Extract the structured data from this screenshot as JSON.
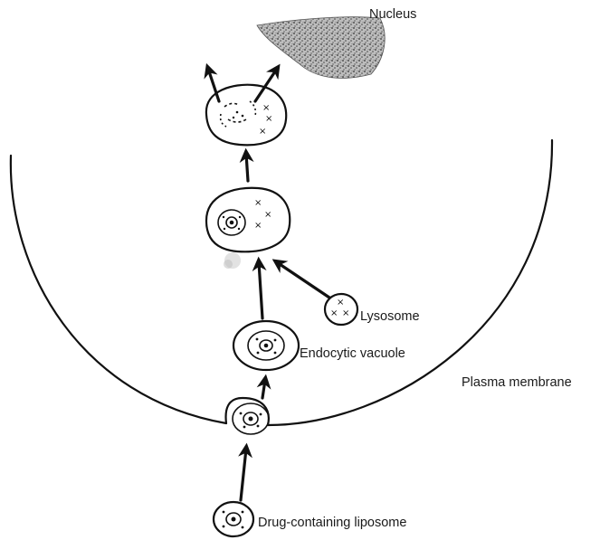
{
  "labels": {
    "nucleus": "Nucleus",
    "lysosome": "Lysosome",
    "endocytic_vacuole": "Endocytic vacuole",
    "plasma_membrane": "Plasma membrane",
    "liposome": "Drug-containing liposome"
  },
  "colors": {
    "ink": "#111111",
    "background": "#ffffff",
    "nucleus_stipple": "#333333"
  }
}
